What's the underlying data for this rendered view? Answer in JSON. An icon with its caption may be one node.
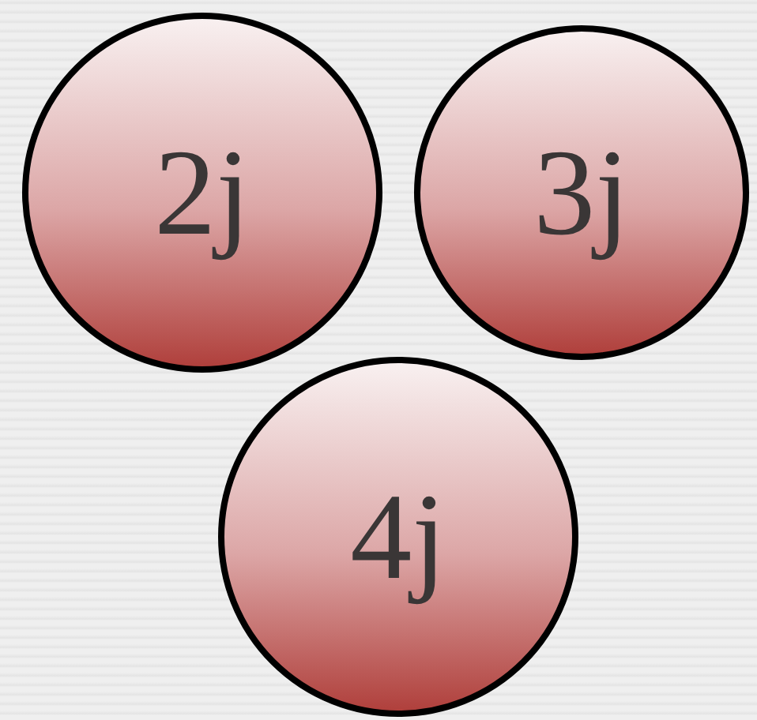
{
  "diagram": {
    "nodes": [
      {
        "text": [
          "2j"
        ]
      },
      {
        "text": [
          "3j"
        ]
      },
      {
        "text": [
          "4j"
        ]
      }
    ]
  }
}
